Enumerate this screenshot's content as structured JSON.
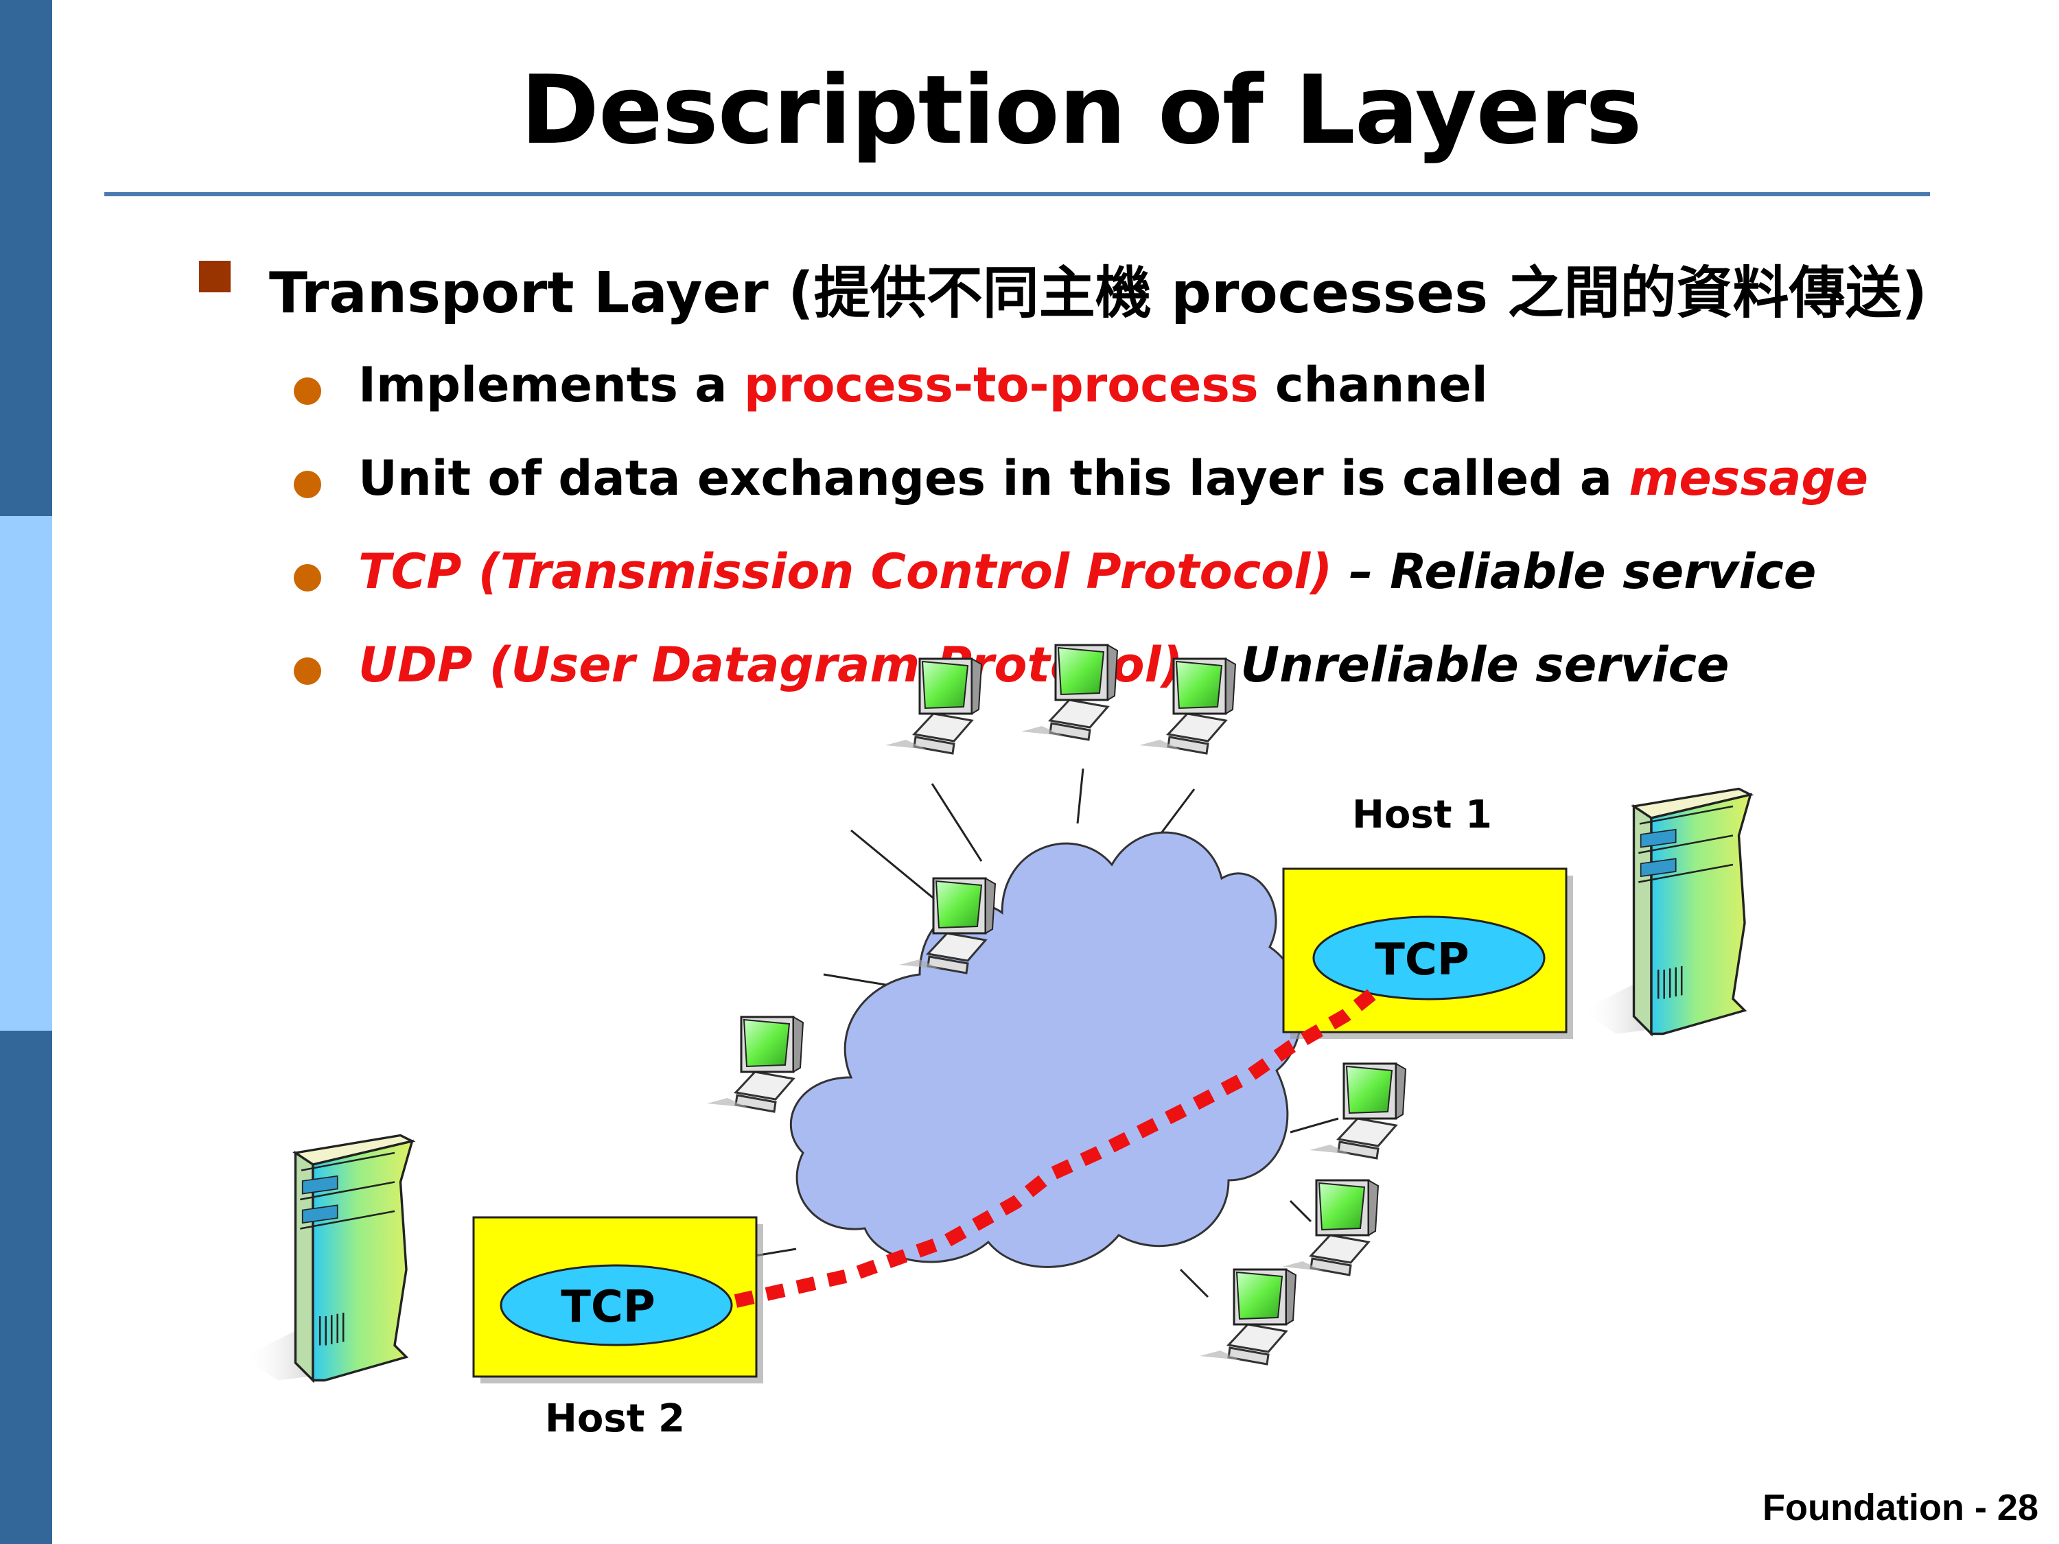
{
  "slide": {
    "title": "Description of Layers",
    "footer": "Foundation - 28"
  },
  "main_bullet": {
    "prefix": "Transport Layer (",
    "zh1": "提供不同主機",
    "mid": " processes ",
    "zh2": "之間的資料傳送",
    "suffix": ")"
  },
  "sub_bullets": {
    "b1": {
      "pre": "Implements a ",
      "highlight": "process-to-process",
      "post": " channel"
    },
    "b2": {
      "pre": "Unit of data exchanges in this layer is called a ",
      "highlight": "message"
    },
    "b3": {
      "highlight": "TCP (Transmission Control Protocol)",
      "post": " – Reliable service"
    },
    "b4": {
      "highlight": "UDP (User Datagram Protocol)",
      "post": " – Unreliable service"
    }
  },
  "diagram": {
    "host1_label": "Host 1",
    "host2_label": "Host 2",
    "host1_protocol": "TCP",
    "host2_protocol": "TCP"
  },
  "colors": {
    "sidebar_dark": "#336699",
    "sidebar_light": "#99ccff",
    "highlight_red": "#ee1111",
    "host_box": "#ffff00",
    "protocol_ellipse": "#33ccff",
    "cloud": "#aabbf2",
    "connection": "#ee1111",
    "main_bullet": "#993300",
    "sub_bullet": "#cc6600"
  }
}
